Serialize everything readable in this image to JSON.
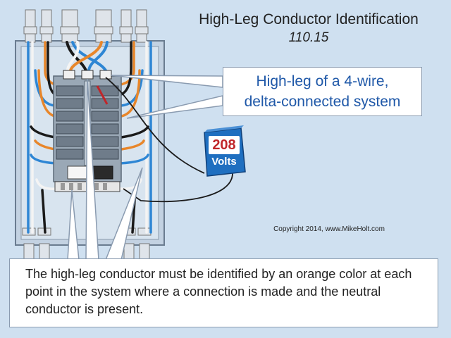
{
  "title": "High-Leg Conductor Identification",
  "subtitle": "110.15",
  "callout": {
    "line1": "High-leg of a 4-wire,",
    "line2": "delta-connected system"
  },
  "meter": {
    "value": "208",
    "unit": "Volts"
  },
  "copyright": "Copyright 2014, www.MikeHolt.com",
  "note": "The high-leg conductor must be identified by an orange color at each point in the system where a connection is made and the neutral conductor is present.",
  "colors": {
    "high_leg": "#e8862a",
    "phase_black": "#1a1a1a",
    "phase_blue": "#2e86d4",
    "neutral_white": "#f2f2f2",
    "panel": "#b8c8d8",
    "meter_body": "#1f6fc0",
    "meter_reading": "#c0262a"
  }
}
